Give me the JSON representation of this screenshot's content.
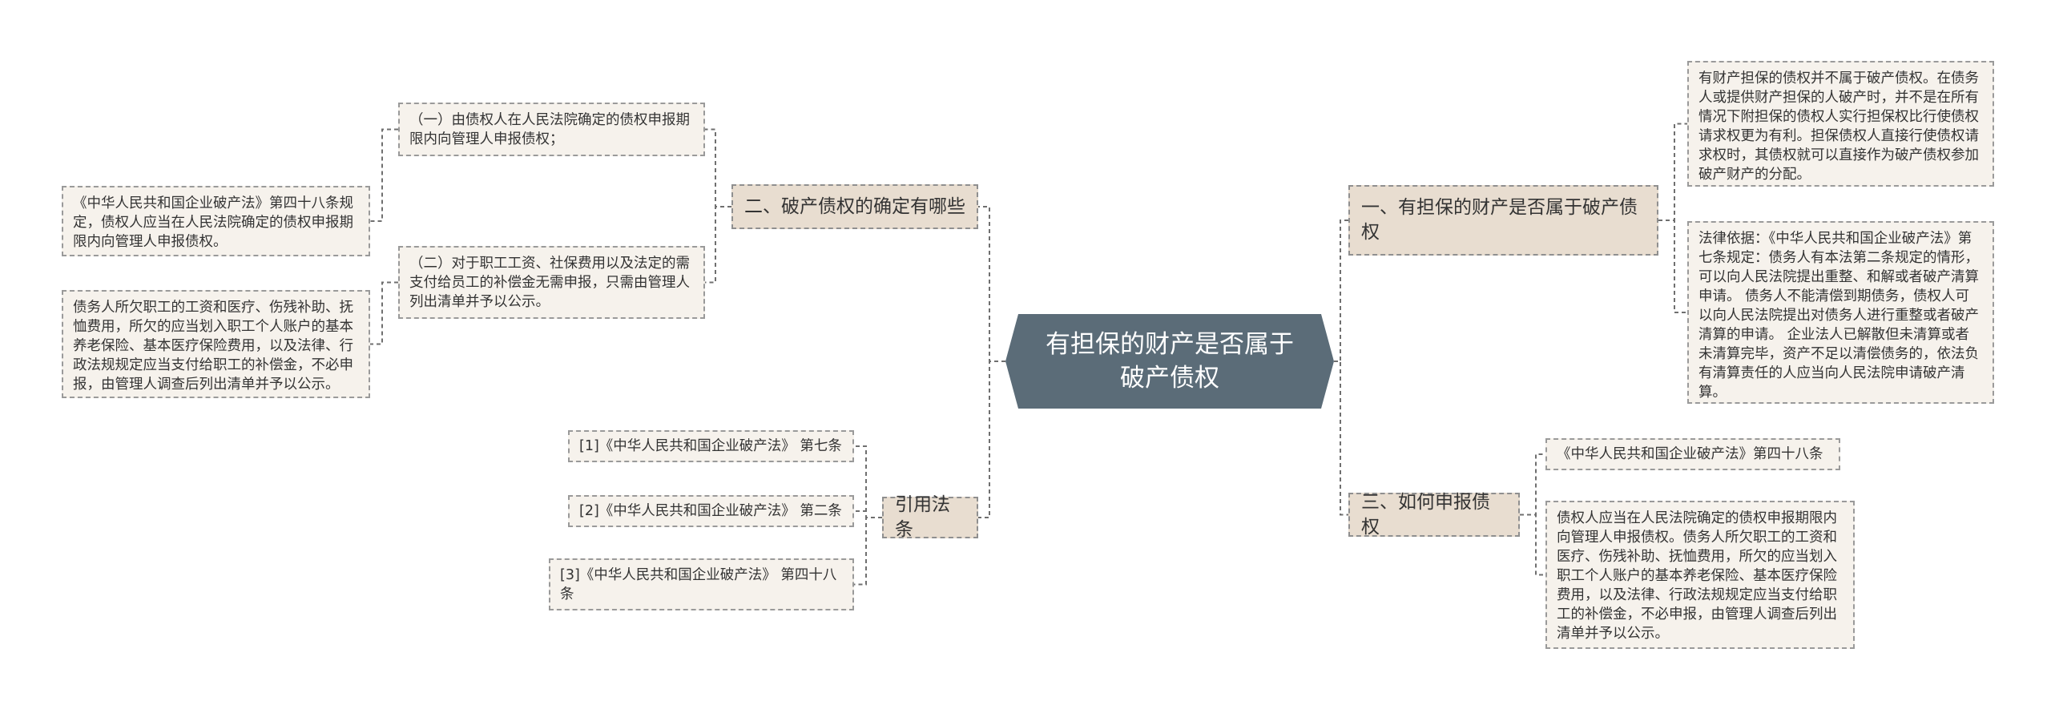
{
  "center": {
    "title": "有担保的财产是否属于破产债权"
  },
  "right": [
    {
      "label": "一、有担保的财产是否属于破产债权",
      "children": [
        "有财产担保的债权并不属于破产债权。在债务人或提供财产担保的人破产时，并不是在所有情况下附担保的债权人实行担保权比行使债权请求权更为有利。担保债权人直接行使债权请求权时，其债权就可以直接作为破产债权参加破产财产的分配。",
        "法律依据：《中华人民共和国企业破产法》第七条规定：债务人有本法第二条规定的情形，可以向人民法院提出重整、和解或者破产清算申请。 债务人不能清偿到期债务，债权人可以向人民法院提出对债务人进行重整或者破产清算的申请。 企业法人已解散但未清算或者未清算完毕，资产不足以清偿债务的，依法负有清算责任的人应当向人民法院申请破产清算。"
      ]
    },
    {
      "label": "三、如何申报债权",
      "children": [
        "《中华人民共和国企业破产法》第四十八条",
        "债权人应当在人民法院确定的债权申报期限内向管理人申报债权。债务人所欠职工的工资和医疗、伤残补助、抚恤费用，所欠的应当划入职工个人账户的基本养老保险、基本医疗保险费用，以及法律、行政法规规定应当支付给职工的补偿金，不必申报，由管理人调查后列出清单并予以公示。"
      ]
    }
  ],
  "left": [
    {
      "label": "二、破产债权的确定有哪些",
      "children": [
        {
          "text": "（一）由债权人在人民法院确定的债权申报期限内向管理人申报债权；",
          "children": [
            "《中华人民共和国企业破产法》第四十八条规定，债权人应当在人民法院确定的债权申报期限内向管理人申报债权。"
          ]
        },
        {
          "text": "（二）对于职工工资、社保费用以及法定的需支付给员工的补偿金无需申报，只需由管理人列出清单并予以公示。",
          "children": [
            "债务人所欠职工的工资和医疗、伤残补助、抚恤费用，所欠的应当划入职工个人账户的基本养老保险、基本医疗保险费用，以及法律、行政法规规定应当支付给职工的补偿金，不必申报，由管理人调查后列出清单并予以公示。"
          ]
        }
      ]
    },
    {
      "label": "引用法条",
      "children": [
        {
          "text": "[1]《中华人民共和国企业破产法》 第七条"
        },
        {
          "text": "[2]《中华人民共和国企业破产法》 第二条"
        },
        {
          "text": "[3]《中华人民共和国企业破产法》 第四十八条"
        }
      ]
    }
  ],
  "colors": {
    "center_fill": "#5b6c78",
    "branch_fill": "#e8ddd0",
    "leaf_fill": "#f6f2ec",
    "connector": "#6f6f6f"
  }
}
